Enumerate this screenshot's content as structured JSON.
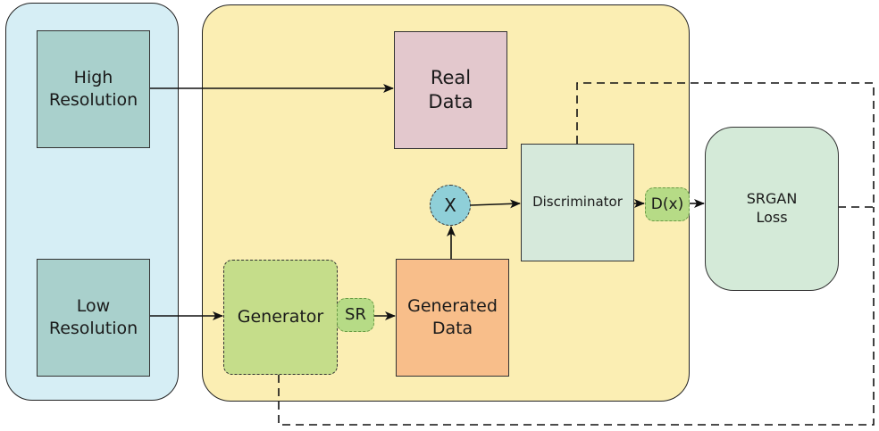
{
  "nodes": {
    "high_resolution": "High\nResolution",
    "low_resolution": "Low\nResolution",
    "real_data": "Real\nData",
    "generator": "Generator",
    "sr_output": "SR",
    "generated_data": "Generated\nData",
    "selector": "X",
    "discriminator": "Discriminator",
    "discriminator_output": "D(x)",
    "srgan_loss": "SRGAN\nLoss"
  },
  "colors": {
    "inputs_panel": "#d6eef5",
    "pipeline_panel": "#fbeeb3",
    "input_box": "#a9d0cc",
    "real_data": "#e3c8cd",
    "generator": "#c5dd8a",
    "generated_data": "#f8be8a",
    "discriminator": "#d6e9db",
    "srgan_loss": "#d4ead8",
    "selector": "#8fcfd8"
  }
}
